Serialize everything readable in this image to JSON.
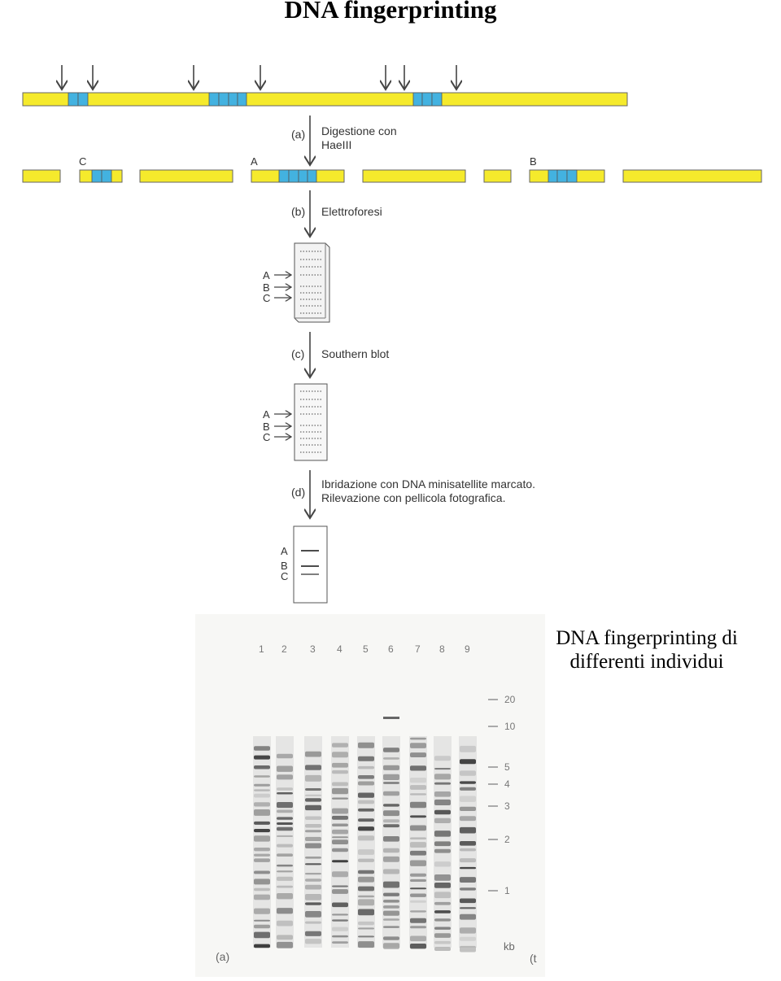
{
  "title": "DNA fingerprinting",
  "caption": "DNA fingerprinting di differenti individui",
  "colors": {
    "dna": "#f5ea2c",
    "repeat": "#43b2e0",
    "outline": "#555555",
    "text": "#333333"
  },
  "diagram": {
    "fragment_labels": {
      "c": "C",
      "a": "A",
      "b": "B"
    },
    "steps": {
      "a": {
        "tag": "(a)",
        "line1": "Digestione con",
        "line2": "HaeIII"
      },
      "b": {
        "tag": "(b)",
        "text": "Elettroforesi"
      },
      "c": {
        "tag": "(c)",
        "text": "Southern blot"
      },
      "d": {
        "tag": "(d)",
        "line1": "Ibridazione con DNA minisatellite marcato.",
        "line2": "Rilevazione con pellicola fotografica."
      }
    },
    "band_labels": [
      "A",
      "B",
      "C"
    ]
  },
  "gel": {
    "lanes": [
      "1",
      "2",
      "3",
      "4",
      "5",
      "6",
      "7",
      "8",
      "9"
    ],
    "markers": [
      "20",
      "10",
      "5",
      "4",
      "3",
      "2",
      "1"
    ],
    "unit": "kb",
    "panel_label": "(a)",
    "edge_label": "(t"
  }
}
